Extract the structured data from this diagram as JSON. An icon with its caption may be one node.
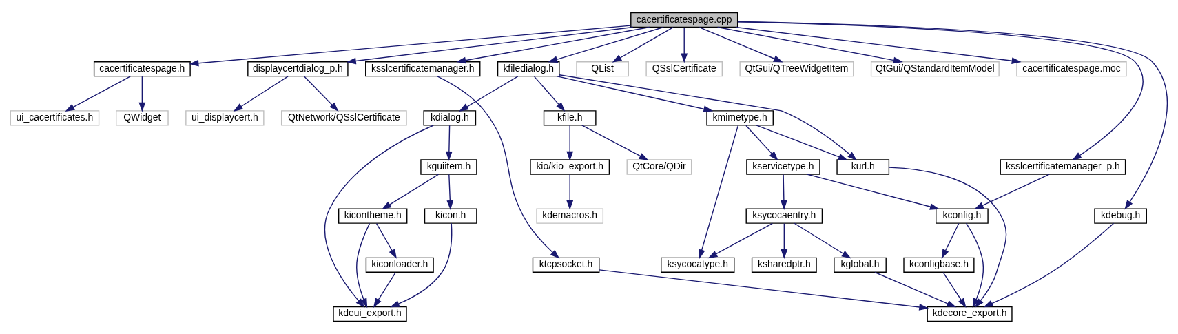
{
  "diagram": {
    "nodes": [
      {
        "text": [
          "cacertificatespage.cpp"
        ]
      },
      {
        "text": [
          "cacertificatespage.h"
        ]
      },
      {
        "text": [
          "displaycertdialog_p.h"
        ]
      },
      {
        "text": [
          "ksslcertificatemanager.h"
        ]
      },
      {
        "text": [
          "kfiledialog.h"
        ]
      },
      {
        "text": [
          "QList"
        ]
      },
      {
        "text": [
          "QSslCertificate"
        ]
      },
      {
        "text": [
          "QtGui/QTreeWidgetItem"
        ]
      },
      {
        "text": [
          "QtGui/QStandardItemModel"
        ]
      },
      {
        "text": [
          "cacertificatespage.moc"
        ]
      },
      {
        "text": [
          "QWidget"
        ]
      },
      {
        "text": [
          "ui_cacertificates.h"
        ]
      },
      {
        "text": [
          "QtNetwork/QSslCertificate"
        ]
      },
      {
        "text": [
          "ui_displaycert.h"
        ]
      },
      {
        "text": [
          "kfile.h"
        ]
      },
      {
        "text": [
          "kmimetype.h"
        ]
      },
      {
        "text": [
          "kdialog.h"
        ]
      },
      {
        "text": [
          "ksslcertificatemanager_p.h"
        ]
      },
      {
        "text": [
          "kio/kio_export.h"
        ]
      },
      {
        "text": [
          "QtCore/QDir"
        ]
      },
      {
        "text": [
          "kservicetype.h"
        ]
      },
      {
        "text": [
          "kurl.h"
        ]
      },
      {
        "text": [
          "kguiitem.h"
        ]
      },
      {
        "text": [
          "kdebug.h"
        ]
      },
      {
        "text": [
          "kconfig.h"
        ]
      },
      {
        "text": [
          "kdemacros.h"
        ]
      },
      {
        "text": [
          "ksycocaentry.h"
        ]
      },
      {
        "text": [
          "kicontheme.h"
        ]
      },
      {
        "text": [
          "kicon.h"
        ]
      },
      {
        "text": [
          "ktcpsocket.h"
        ]
      },
      {
        "text": [
          "kconfigbase.h"
        ]
      },
      {
        "text": [
          "ksycocatype.h"
        ]
      },
      {
        "text": [
          "ksharedptr.h"
        ]
      },
      {
        "text": [
          "kglobal.h"
        ]
      },
      {
        "text": [
          "kiconloader.h"
        ]
      },
      {
        "text": [
          "kdecore_export.h"
        ]
      },
      {
        "text": [
          "kdeui_export.h"
        ]
      }
    ],
    "edges": [
      {
        "from": 0,
        "to": 1,
        "arrow": "to"
      },
      {
        "from": 0,
        "to": 2,
        "arrow": "to"
      },
      {
        "from": 0,
        "to": 3,
        "arrow": "to"
      },
      {
        "from": 0,
        "to": 23,
        "arrow": "to"
      },
      {
        "from": 0,
        "to": 17,
        "arrow": "to"
      },
      {
        "from": 0,
        "to": 4,
        "arrow": "to"
      },
      {
        "from": 0,
        "to": 5,
        "arrow": "to"
      },
      {
        "from": 0,
        "to": 6,
        "arrow": "to"
      },
      {
        "from": 0,
        "to": 7,
        "arrow": "to"
      },
      {
        "from": 0,
        "to": 8,
        "arrow": "to"
      },
      {
        "from": 0,
        "to": 9,
        "arrow": "to"
      },
      {
        "from": 1,
        "to": 10,
        "arrow": "to"
      },
      {
        "from": 1,
        "to": 11,
        "arrow": "to"
      },
      {
        "from": 2,
        "to": 12,
        "arrow": "to"
      },
      {
        "from": 2,
        "to": 13,
        "arrow": "to"
      },
      {
        "from": 3,
        "to": 29,
        "arrow": "to"
      },
      {
        "from": 4,
        "to": 14,
        "arrow": "to"
      },
      {
        "from": 4,
        "to": 15,
        "arrow": "to"
      },
      {
        "from": 4,
        "to": 21,
        "arrow": "to"
      },
      {
        "from": 4,
        "to": 16,
        "arrow": "to"
      },
      {
        "from": 14,
        "to": 18,
        "arrow": "to"
      },
      {
        "from": 14,
        "to": 19,
        "arrow": "to"
      },
      {
        "from": 18,
        "to": 25,
        "arrow": "to"
      },
      {
        "from": 15,
        "to": 31,
        "arrow": "to"
      },
      {
        "from": 15,
        "to": 20,
        "arrow": "to"
      },
      {
        "from": 15,
        "to": 21,
        "arrow": "to"
      },
      {
        "from": 20,
        "to": 24,
        "arrow": "to"
      },
      {
        "from": 20,
        "to": 26,
        "arrow": "to"
      },
      {
        "from": 17,
        "to": 24,
        "arrow": "to"
      },
      {
        "from": 16,
        "to": 36,
        "arrow": "to"
      },
      {
        "from": 16,
        "to": 22,
        "arrow": "to"
      },
      {
        "from": 22,
        "to": 27,
        "arrow": "to"
      },
      {
        "from": 22,
        "to": 28,
        "arrow": "to"
      },
      {
        "from": 23,
        "to": 35,
        "arrow": "to"
      },
      {
        "from": 24,
        "to": 35,
        "arrow": "to"
      },
      {
        "from": 24,
        "to": 30,
        "arrow": "to"
      },
      {
        "from": 30,
        "to": 35,
        "arrow": "to"
      },
      {
        "from": 26,
        "to": 31,
        "arrow": "to"
      },
      {
        "from": 26,
        "to": 32,
        "arrow": "to"
      },
      {
        "from": 26,
        "to": 33,
        "arrow": "to"
      },
      {
        "from": 33,
        "to": 35,
        "arrow": "to"
      },
      {
        "from": 21,
        "to": 35,
        "arrow": "to"
      },
      {
        "from": 27,
        "to": 36,
        "arrow": "to"
      },
      {
        "from": 27,
        "to": 34,
        "arrow": "to"
      },
      {
        "from": 34,
        "to": 36,
        "arrow": "to"
      },
      {
        "from": 28,
        "to": 36,
        "arrow": "to"
      },
      {
        "from": 29,
        "to": 35,
        "arrow": "to"
      }
    ]
  }
}
